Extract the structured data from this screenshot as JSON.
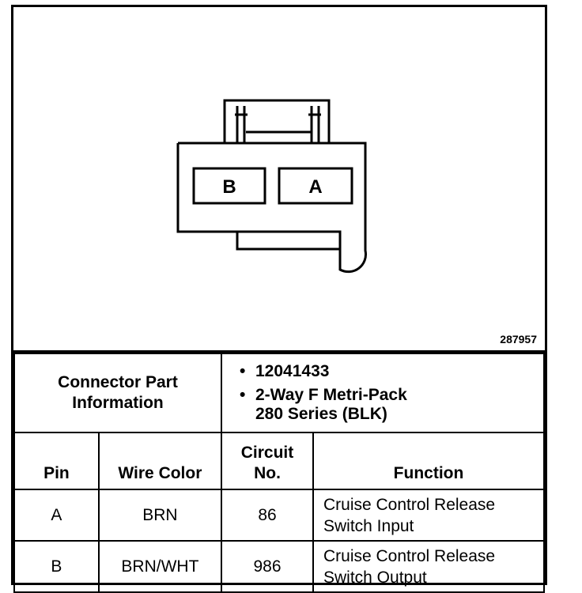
{
  "diagram": {
    "connector_cavities": [
      "B",
      "A"
    ],
    "figure_number": "287957"
  },
  "connector_info": {
    "label_line1": "Connector Part",
    "label_line2": "Information",
    "bullet_glyph": "•",
    "items": [
      {
        "line1": "12041433",
        "line2": ""
      },
      {
        "line1": "2-Way F Metri-Pack",
        "line2": "280 Series (BLK)"
      }
    ]
  },
  "table": {
    "headers": {
      "pin": "Pin",
      "wire_color": "Wire Color",
      "circuit_line1": "Circuit",
      "circuit_line2": "No.",
      "function": "Function"
    },
    "rows": [
      {
        "pin": "A",
        "wire_color": "BRN",
        "circuit": "86",
        "function_line1": "Cruise Control Release",
        "function_line2": "Switch Input"
      },
      {
        "pin": "B",
        "wire_color": "BRN/WHT",
        "circuit": "986",
        "function_line1": "Cruise Control Release",
        "function_line2": "Switch Output"
      }
    ]
  }
}
